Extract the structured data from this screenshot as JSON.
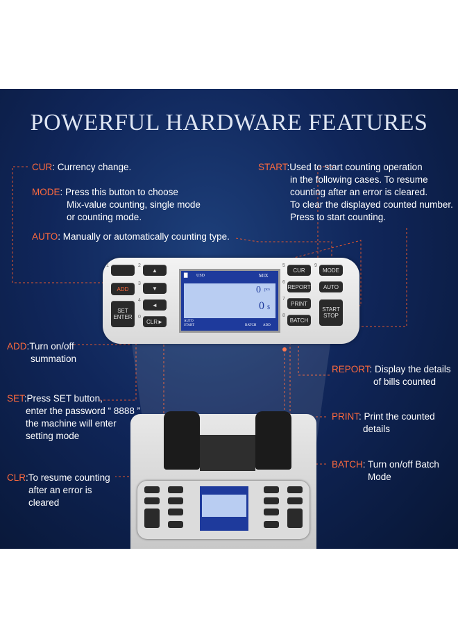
{
  "title": "POWERFUL HARDWARE FEATURES",
  "annotations": {
    "cur": {
      "key": "CUR",
      "text": ": Currency change."
    },
    "mode": {
      "key": "MODE",
      "lines": [
        ": Press this button to choose",
        "Mix-value counting, single mode",
        "or counting mode."
      ]
    },
    "auto": {
      "key": "AUTO",
      "text": ": Manually or automatically counting type."
    },
    "start": {
      "key": "START",
      "lines": [
        ":Used to start counting operation",
        "in the following cases. To resume",
        "counting after an error is cleared.",
        "To clear the displayed counted number.",
        "Press to start counting."
      ]
    },
    "add": {
      "key": "ADD",
      "lines": [
        ":Turn on/off",
        "summation"
      ]
    },
    "set": {
      "key": "SET",
      "lines": [
        ":Press SET button,",
        "enter the password “ 8888 ”",
        "the machine will enter",
        "setting mode"
      ]
    },
    "clr": {
      "key": "CLR",
      "lines": [
        ":To resume counting",
        "after an error is",
        "cleared"
      ]
    },
    "report": {
      "key": "REPORT",
      "lines": [
        ": Display the details",
        "of bills counted"
      ]
    },
    "print": {
      "key": "PRINT",
      "lines": [
        ": Print the counted",
        "details"
      ]
    },
    "batch": {
      "key": "BATCH",
      "lines": [
        ": Turn on/off Batch",
        "Mode"
      ]
    }
  },
  "panel": {
    "keys": {
      "k1": "1",
      "k2": "2",
      "k3": "3",
      "k4": "4",
      "k0": "0",
      "add": "ADD",
      "set": "SET",
      "enter": "ENTER",
      "clr": "CLR",
      "cur": "CUR",
      "report": "REPORT",
      "print": "PRINT",
      "batch": "BATCH",
      "mode": "MODE",
      "auto": "AUTO",
      "start": "START",
      "stop": "STOP",
      "n5": "5",
      "n6": "6",
      "n7": "7",
      "n8": "8",
      "n9": "9"
    },
    "lcd": {
      "currency": "USD",
      "mode": "MIX",
      "pcs_value": "0",
      "pcs_unit": "pcs",
      "amount_value": "0",
      "amount_unit": "$",
      "auto": "AUTO",
      "start": "START",
      "batch": "BATCH",
      "add": "ADD"
    }
  }
}
